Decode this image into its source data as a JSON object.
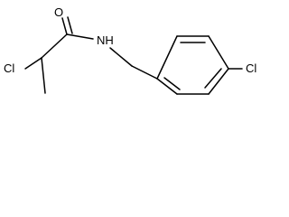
{
  "molecule": {
    "atoms": {
      "oxygen": "O",
      "nitrogen_hydrogen": "NH",
      "chlorine_left": "Cl",
      "chlorine_right": "Cl"
    }
  }
}
